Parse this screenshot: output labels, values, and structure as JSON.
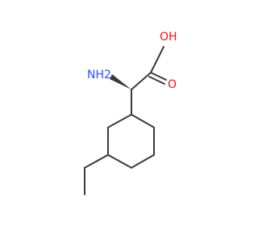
{
  "molecule": {
    "atom_labels": {
      "oh": "OH",
      "nh2": "NH2",
      "o_carbonyl": "O"
    },
    "colors": {
      "bond": "#3a3a3a",
      "oxygen": "#ff0d0d",
      "nitrogen": "#3050f8"
    }
  }
}
